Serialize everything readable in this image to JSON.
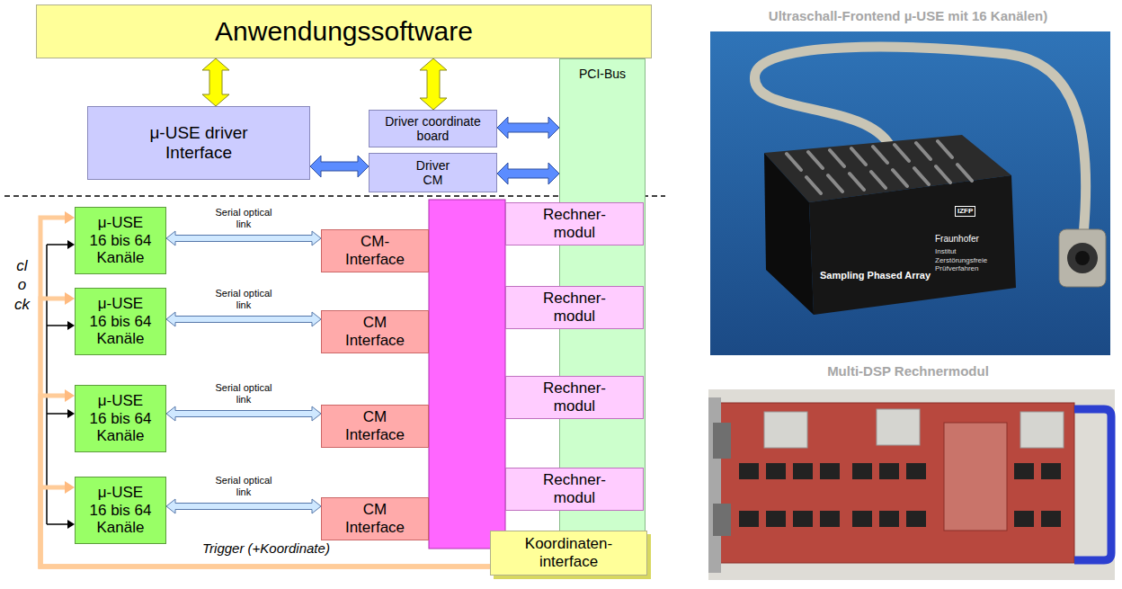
{
  "diagram": {
    "nodes": [
      {
        "text": [
          "Anwendungssoftware"
        ]
      },
      {
        "text": [
          "μ-USE driver Interface"
        ]
      },
      {
        "text": [
          "Driver coordinate board"
        ]
      },
      {
        "text": [
          "Driver CM"
        ]
      },
      {
        "text": [
          "PCI-Bus"
        ]
      },
      {
        "text": [
          "μ-USE 16 bis 64 Kanäle"
        ]
      },
      {
        "text": [
          "CM- Interface"
        ]
      },
      {
        "text": [
          "Rechner- modul"
        ]
      },
      {
        "text": [
          "μ-USE 16 bis 64 Kanäle"
        ]
      },
      {
        "text": [
          "CM Interface"
        ]
      },
      {
        "text": [
          "Rechner- modul"
        ]
      },
      {
        "text": [
          "μ-USE 16 bis 64 Kanäle"
        ]
      },
      {
        "text": [
          "CM Interface"
        ]
      },
      {
        "text": [
          "Rechner- modul"
        ]
      },
      {
        "text": [
          "μ-USE 16 bis 64 Kanäle"
        ]
      },
      {
        "text": [
          "CM Interface"
        ]
      },
      {
        "text": [
          "Rechner- modul"
        ]
      },
      {
        "text": [
          "Koordinaten- interface"
        ]
      }
    ],
    "edges": [
      {
        "from": 0,
        "to": 1,
        "arrow": "both"
      },
      {
        "from": 0,
        "to": 2,
        "arrow": "both"
      },
      {
        "from": 1,
        "to": 3,
        "arrow": "both"
      },
      {
        "from": 2,
        "to": 4,
        "arrow": "both"
      },
      {
        "from": 3,
        "to": 4,
        "arrow": "both"
      },
      {
        "from": 5,
        "to": 6,
        "label": "Serial optical link",
        "arrow": "both"
      },
      {
        "from": 8,
        "to": 9,
        "label": "Serial optical link",
        "arrow": "both"
      },
      {
        "from": 11,
        "to": 12,
        "label": "Serial optical link",
        "arrow": "both"
      },
      {
        "from": 14,
        "to": 15,
        "label": "Serial optical link",
        "arrow": "both"
      },
      {
        "from": 17,
        "to": 5,
        "arrow": "to"
      },
      {
        "from": 17,
        "to": 8,
        "arrow": "to"
      },
      {
        "from": 17,
        "to": 11,
        "arrow": "to"
      },
      {
        "from": 17,
        "to": 14,
        "arrow": "to"
      }
    ],
    "labels": [
      "clock",
      "Trigger (+Koordinate)",
      "Ultraschall-Frontend µ-USE mit 16 Kanälen)",
      "Sampling Phased Array",
      "IZFP",
      "Fraunhofer",
      "Institut Zerstörungsfreie Prüfverfahren",
      "Multi-DSP Rechnermodul"
    ]
  }
}
